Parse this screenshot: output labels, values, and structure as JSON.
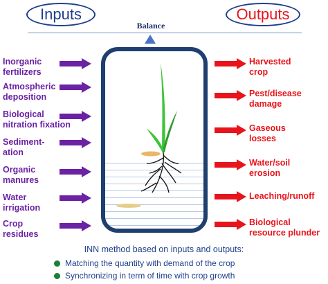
{
  "header": {
    "inputs_title": "Inputs",
    "outputs_title": "Outputs",
    "balance_label": "Balance"
  },
  "inputs": [
    "Inorganic\nfertilizers",
    "Atmospheric\ndeposition",
    "Biological\nnitration fixation",
    "Sediment-\nation",
    "Organic\nmanures",
    "Water\nirrigation",
    "Crop\nresidues"
  ],
  "outputs": [
    "Harvested\ncrop",
    "Pest/disease\ndamage",
    "Gaseous\nlosses",
    "Water/soil\nerosion",
    "Leaching/runoff",
    "Biological\nresource plunder"
  ],
  "method": {
    "title": "INN method based on inputs and outputs:",
    "bullets": [
      "Matching the quantity with demand of the crop",
      "Synchronizing in term of time with crop growth"
    ]
  },
  "colors": {
    "input_arrow": "#6b22a3",
    "output_arrow": "#e8141b",
    "vessel": "#1f3f6e",
    "plant": "#3ec43a"
  }
}
